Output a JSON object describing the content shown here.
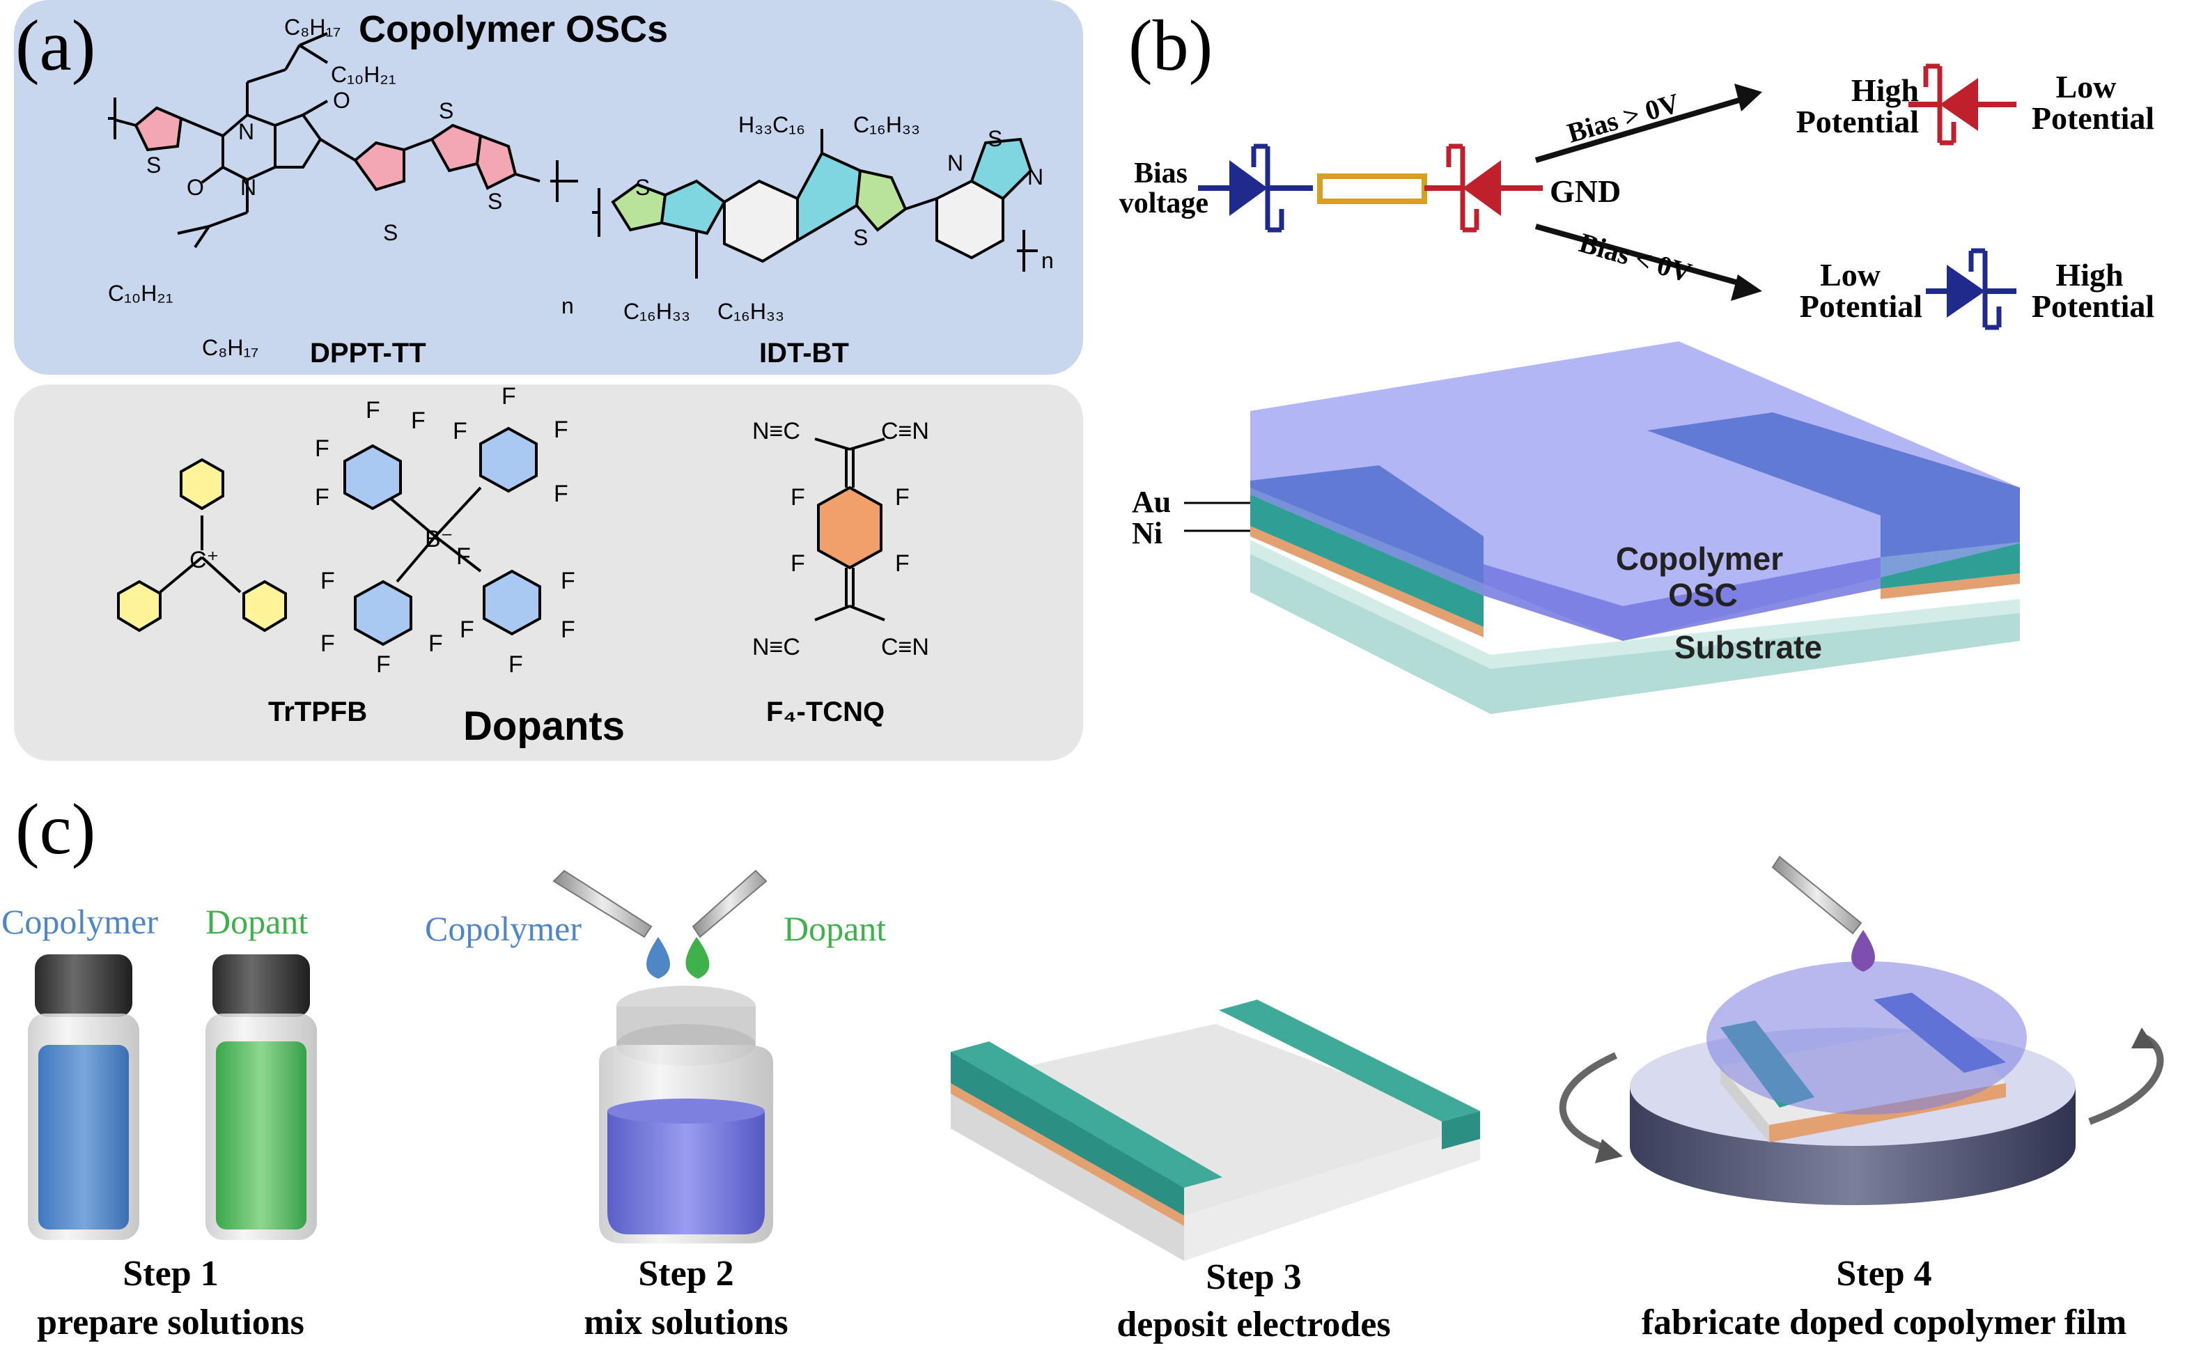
{
  "panel_a": {
    "label": "(a)",
    "copolymer_title": "Copolymer OSCs",
    "dppt": {
      "name": "DPPT-TT",
      "s1": "S",
      "s2": "S",
      "s3": "S",
      "s4": "S",
      "n1": "N",
      "n2": "N",
      "o1": "O",
      "o2": "O",
      "c8h17_top": "C₈H₁₇",
      "c10h21_top": "C₁₀H₂₁",
      "c10h21_bot": "C₁₀H₂₁",
      "c8h17_bot": "C₈H₁₇",
      "n_sub": "n"
    },
    "idt": {
      "name": "IDT-BT",
      "h33c16_top": "H₃₃C₁₆",
      "c16h33_top": "C₁₆H₃₃",
      "c16h33_bot1": "C₁₆H₃₃",
      "c16h33_bot2": "C₁₆H₃₃",
      "s_left": "S",
      "s_right": "S",
      "bt_s": "S",
      "bt_n1": "N",
      "bt_n2": "N",
      "n_sub": "n"
    },
    "dopants_title": "Dopants",
    "trtpfb": {
      "name": "TrTPFB",
      "cation": "C⁺",
      "borate": "B⁻",
      "f": "F"
    },
    "f4tcnq": {
      "name": "F₄-TCNQ",
      "nc": "N≡C",
      "cn": "C≡N",
      "f": "F"
    }
  },
  "panel_b": {
    "label": "(b)",
    "bias_voltage": [
      "Bias",
      "voltage"
    ],
    "gnd": "GND",
    "bias_pos": "Bias > 0V",
    "bias_neg": "Bias < 0V",
    "high": [
      "High",
      "Potential"
    ],
    "low": [
      "Low",
      "Potential"
    ],
    "high2": [
      "High",
      "Potential"
    ],
    "low2": [
      "Low",
      "Potential"
    ],
    "au": "Au",
    "ni": "Ni",
    "osc": [
      "Copolymer",
      "OSC"
    ],
    "substrate": "Substrate"
  },
  "panel_c": {
    "label": "(c)",
    "copolymer": "Copolymer",
    "dopant": "Dopant",
    "copolymer2": "Copolymer",
    "dopant2": "Dopant",
    "steps": [
      {
        "title": "Step 1",
        "desc": "prepare solutions"
      },
      {
        "title": "Step 2",
        "desc": "mix solutions"
      },
      {
        "title": "Step 3",
        "desc": "deposit electrodes"
      },
      {
        "title": "Step 4",
        "desc": "fabricate doped copolymer film"
      }
    ]
  },
  "colors": {
    "blue_panel": "#c9d7ee",
    "gray_panel": "#e6e6e6",
    "navy": "#1e2a8c",
    "red": "#c0202c",
    "gold": "#d8a020",
    "teal": "#2f9f95",
    "copper": "#e3a070",
    "substrate": "#b3dcd7",
    "osc": "#8f93e8",
    "copolymer_blue": "#4f86c6",
    "dopant_green": "#3fb14a"
  }
}
